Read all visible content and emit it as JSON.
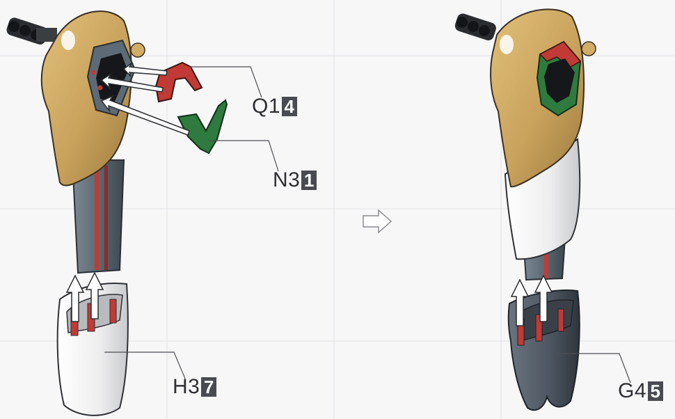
{
  "callouts": [
    {
      "code": "Q1",
      "num": "4"
    },
    {
      "code": "N3",
      "num": "1"
    },
    {
      "code": "H3",
      "num": "7"
    },
    {
      "code": "G4",
      "num": "5"
    }
  ],
  "colors": {
    "background": "#f7f7f8",
    "shoulder_tan": "#c9a25c",
    "frame_gray": "#5d6b76",
    "part_red": "#c23a35",
    "part_green": "#2f7a3e",
    "armor_white": "#eeeeef",
    "armor_dark": "#4c5560",
    "badge": "#4a4b50"
  },
  "icons": [
    "right-arrow-icon"
  ]
}
